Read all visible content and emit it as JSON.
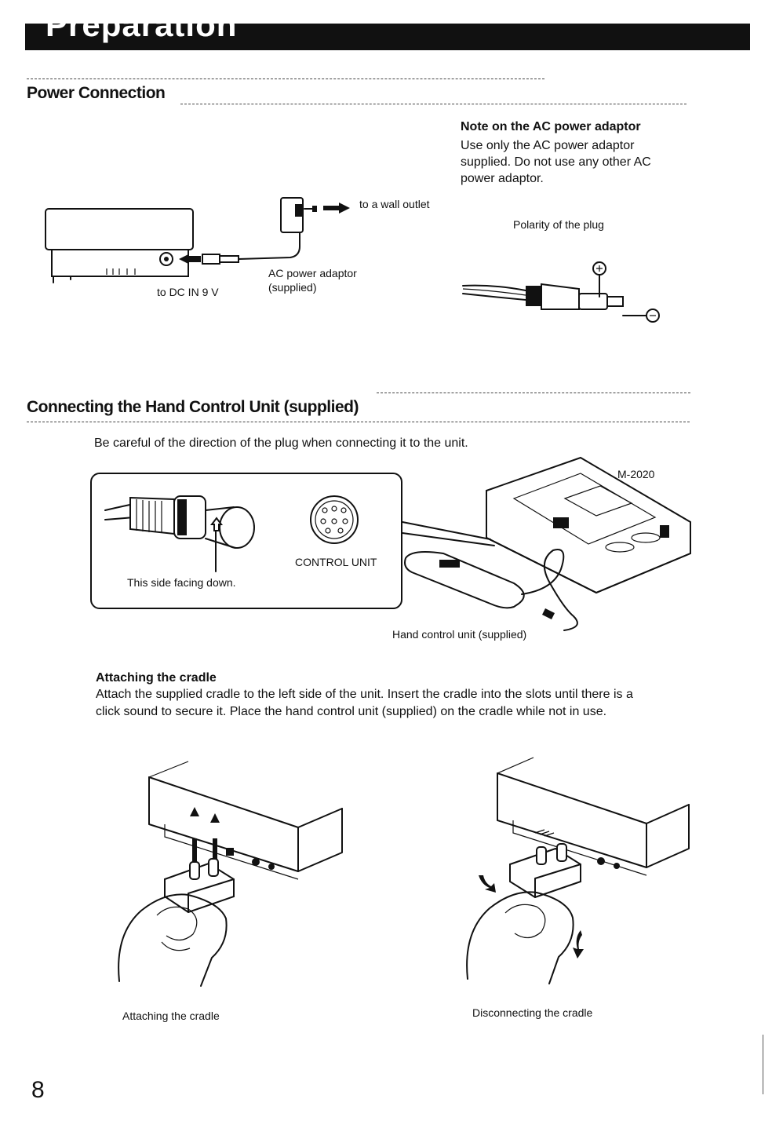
{
  "header": {
    "title": "Preparation"
  },
  "power": {
    "title": "Power Connection",
    "label_outlet": "to a wall outlet",
    "label_adaptor_1": "AC power adaptor",
    "label_adaptor_2": "(supplied)",
    "label_dcin": "to DC IN 9 V",
    "note_title": "Note on the AC power adaptor",
    "note_lines": [
      "Use only the AC power adaptor",
      "supplied. Do not use any other AC",
      "power adaptor."
    ],
    "polarity": "Polarity of the plug"
  },
  "hand": {
    "title": "Connecting the Hand Control Unit (supplied)",
    "intro": "Be careful of the direction of the plug when connecting it to the unit.",
    "model": "M-2020",
    "side_label": "This side facing down.",
    "control_unit": "CONTROL UNIT",
    "hand_unit_label": "Hand control unit (supplied)"
  },
  "cradle": {
    "title": "Attaching the cradle",
    "text_1": "Attach the supplied cradle to the left side of the unit. Insert the cradle into the slots until there is a",
    "text_2": "click  sound to secure it. Place the hand control unit (supplied) on the cradle while not in use.",
    "caption_attach": "Attaching the cradle",
    "caption_disconnect": "Disconnecting the cradle"
  },
  "page_number": "8"
}
